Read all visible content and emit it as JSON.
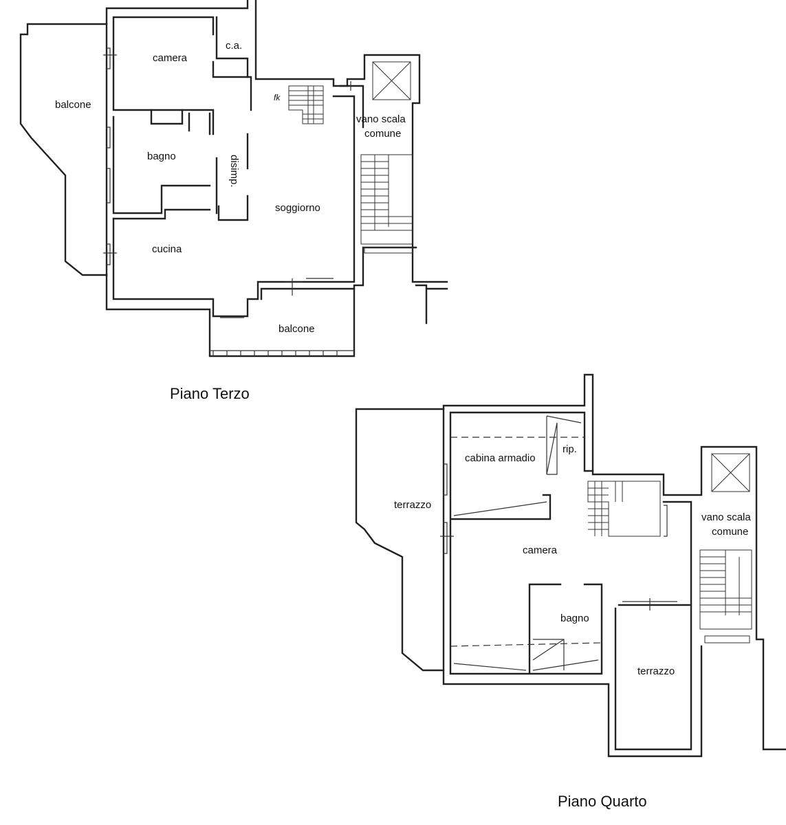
{
  "floors": [
    {
      "title": "Piano Terzo",
      "rooms": [
        "balcone",
        "camera",
        "c.a.",
        "bagno",
        "disimp.",
        "soggiorno",
        "cucina",
        "balcone",
        "vano scala",
        "comune"
      ]
    },
    {
      "title": "Piano Quarto",
      "rooms": [
        "cabina armadio",
        "rip.",
        "terrazzo",
        "camera",
        "vano scala",
        "comune",
        "bagno",
        "terrazzo"
      ]
    }
  ],
  "symbols": {
    "kitchen_flue": "fk"
  }
}
